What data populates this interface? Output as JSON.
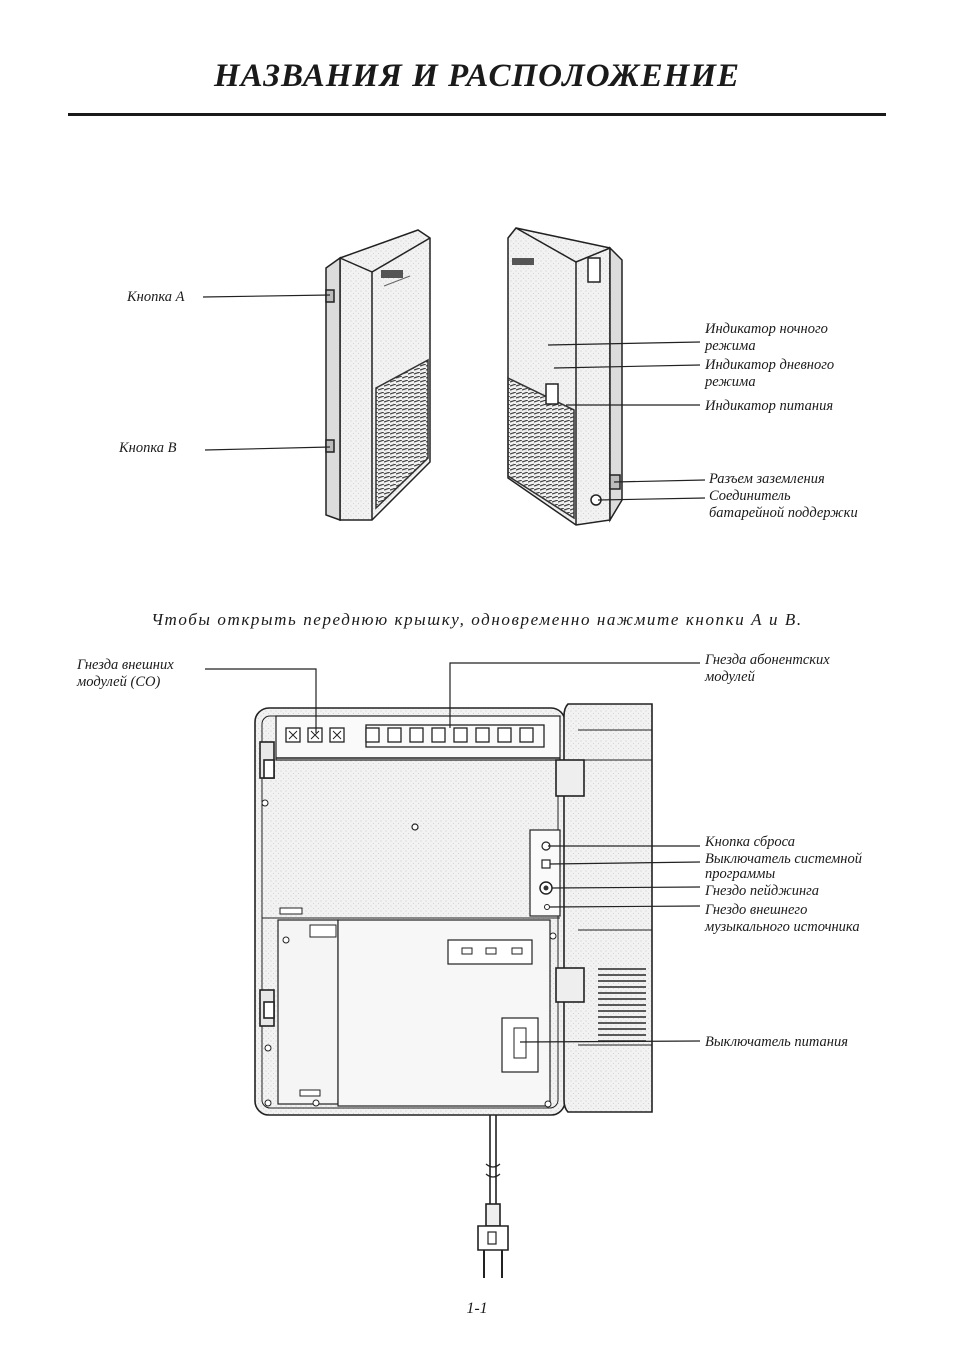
{
  "title": "НАЗВАНИЯ И РАСПОЛОЖЕНИЕ",
  "top_labels": {
    "button_a": "Кнопка А",
    "button_b": "Кнопка В",
    "night_mode_1": "Индикатор ночного",
    "night_mode_2": "режима",
    "day_mode_1": "Индикатор дневного",
    "day_mode_2": "режима",
    "power_ind": "Индикатор питания",
    "ground": "Разъем заземления",
    "battery_1": "Соединитель",
    "battery_2": "батарейной поддержки"
  },
  "caption": "Чтобы открыть переднюю крышку, одновременно нажмите кнопки А и В.",
  "bottom_labels": {
    "co_1": "Гнезда внешних",
    "co_2": "модулей (СО)",
    "ext_1": "Гнезда абонентских",
    "ext_2": "модулей",
    "reset": "Кнопка сброса",
    "sysprog_1": "Выключатель системной",
    "sysprog_2": "программы",
    "paging": "Гнездо пейджинга",
    "music_1": "Гнездо внешнего",
    "music_2": "музыкального источника",
    "power_switch": "Выключатель питания"
  },
  "page_number": "1-1"
}
